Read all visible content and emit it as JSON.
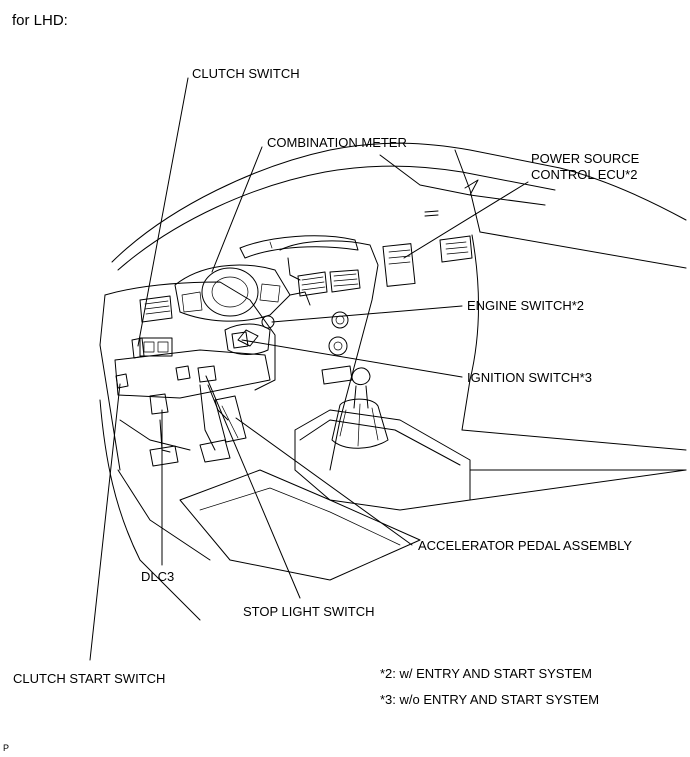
{
  "header": "for LHD:",
  "labels": {
    "clutch_switch": "CLUTCH SWITCH",
    "combination_meter": "COMBINATION METER",
    "power_source_ecu_line1": "POWER SOURCE",
    "power_source_ecu_line2": "CONTROL ECU*2",
    "engine_switch": "ENGINE SWITCH*2",
    "ignition_switch": "IGNITION SWITCH*3",
    "accelerator_pedal": "ACCELERATOR PEDAL ASSEMBLY",
    "dlc3": "DLC3",
    "stop_light_switch": "STOP LIGHT SWITCH",
    "clutch_start_switch": "CLUTCH START SWITCH"
  },
  "notes": [
    "*2: w/ ENTRY AND START SYSTEM",
    "*3: w/o ENTRY AND START SYSTEM"
  ],
  "corner_mark": "P"
}
